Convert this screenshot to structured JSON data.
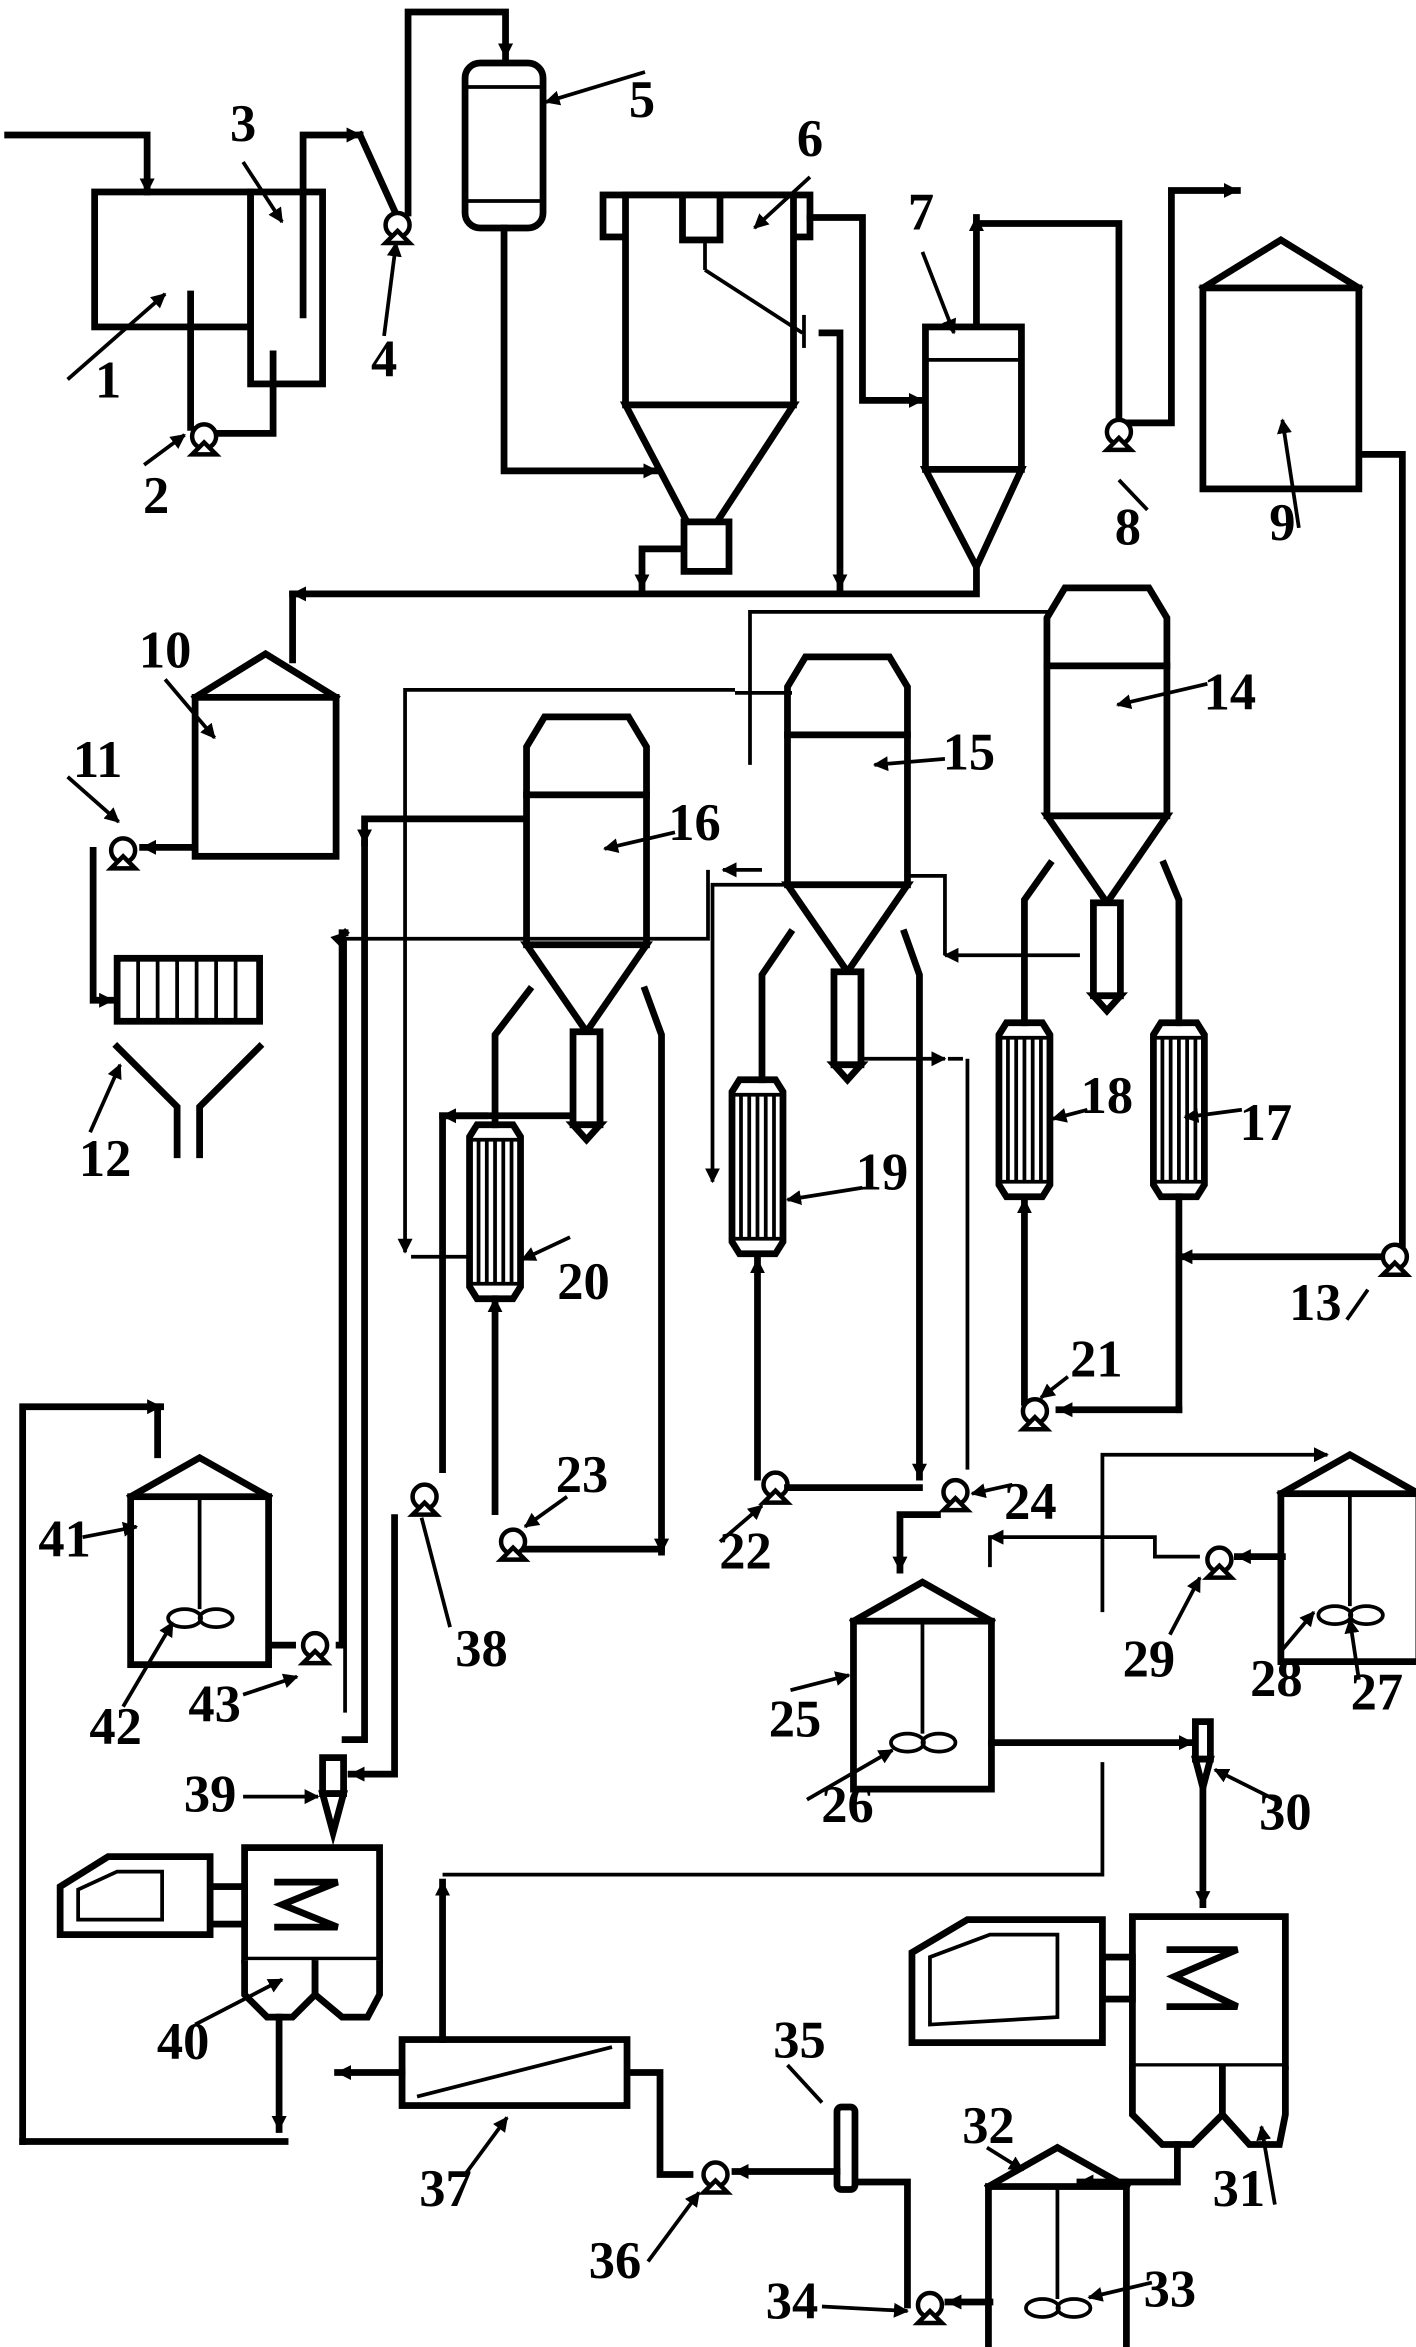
{
  "labels": [
    "1",
    "2",
    "3",
    "4",
    "5",
    "6",
    "7",
    "8",
    "9",
    "10",
    "11",
    "12",
    "13",
    "14",
    "15",
    "16",
    "17",
    "18",
    "19",
    "20",
    "21",
    "22",
    "23",
    "24",
    "25",
    "26",
    "27",
    "28",
    "29",
    "30",
    "31",
    "32",
    "33",
    "34",
    "35",
    "36",
    "37",
    "38",
    "39",
    "40",
    "41",
    "42",
    "43"
  ]
}
